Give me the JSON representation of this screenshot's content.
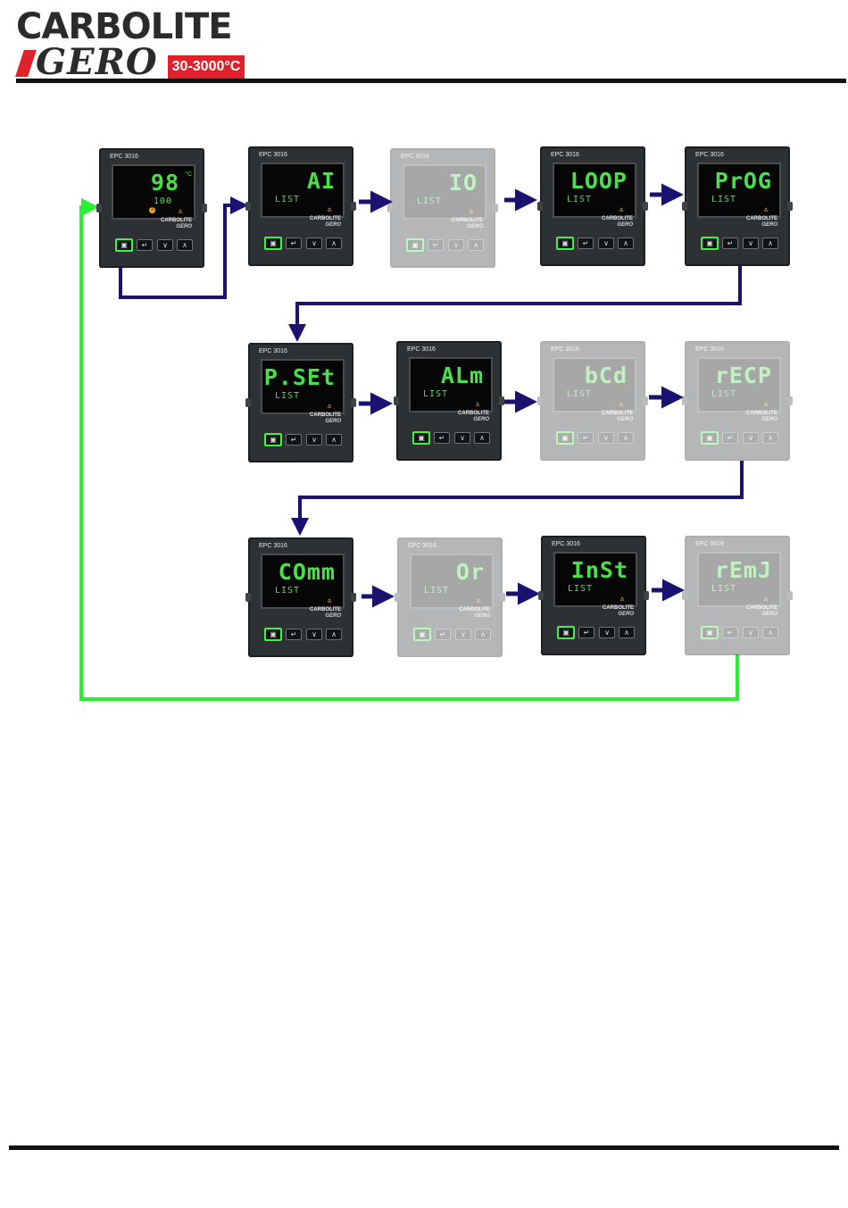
{
  "logo": {
    "brand_top": "CARBOLITE",
    "brand_bottom": "GERO",
    "temperature_range": "30-3000°C"
  },
  "colors": {
    "flow_arrow": "#1a1170",
    "return_arrow": "#2bf032",
    "display_text": "#47e24a",
    "indicator": "#f2a51c",
    "logo_red": "#e0202a"
  },
  "home": {
    "model": "EPC 3016",
    "reading": "98",
    "unit": "°C",
    "setpoint": "100",
    "indicator_symbol": "3",
    "mode_symbol": "≛",
    "brand": "CARBOLITE",
    "brand_sub": "GERO"
  },
  "controllers": [
    {
      "model": "EPC 3016",
      "main": "AI",
      "sub": "LIST",
      "active": true
    },
    {
      "model": "EPC 3016",
      "main": "IO",
      "sub": "LIST",
      "active": false
    },
    {
      "model": "EPC 3016",
      "main": "LOOP",
      "sub": "LIST",
      "active": true
    },
    {
      "model": "EPC 3016",
      "main": "PrOG",
      "sub": "LIST",
      "active": true
    },
    {
      "model": "EPC 3016",
      "main": "P.SEt",
      "sub": "LIST",
      "active": true
    },
    {
      "model": "EPC 3016",
      "main": "ALm",
      "sub": "LIST",
      "active": true
    },
    {
      "model": "EPC 3016",
      "main": "bCd",
      "sub": "LIST",
      "active": false
    },
    {
      "model": "EPC 3016",
      "main": "rECP",
      "sub": "LIST",
      "active": false
    },
    {
      "model": "EPC 3016",
      "main": "COmm",
      "sub": "LIST",
      "active": true
    },
    {
      "model": "EPC 3016",
      "main": "Or",
      "sub": "LIST",
      "active": false
    },
    {
      "model": "EPC 3016",
      "main": "InSt",
      "sub": "LIST",
      "active": true
    },
    {
      "model": "EPC 3016",
      "main": "rEmJ",
      "sub": "LIST",
      "active": false
    }
  ],
  "controller_brand": "CARBOLITE",
  "controller_brand_sub": "GERO",
  "buttons": {
    "page": "▣",
    "enter": "↵",
    "down": "∨",
    "up": "∧"
  }
}
